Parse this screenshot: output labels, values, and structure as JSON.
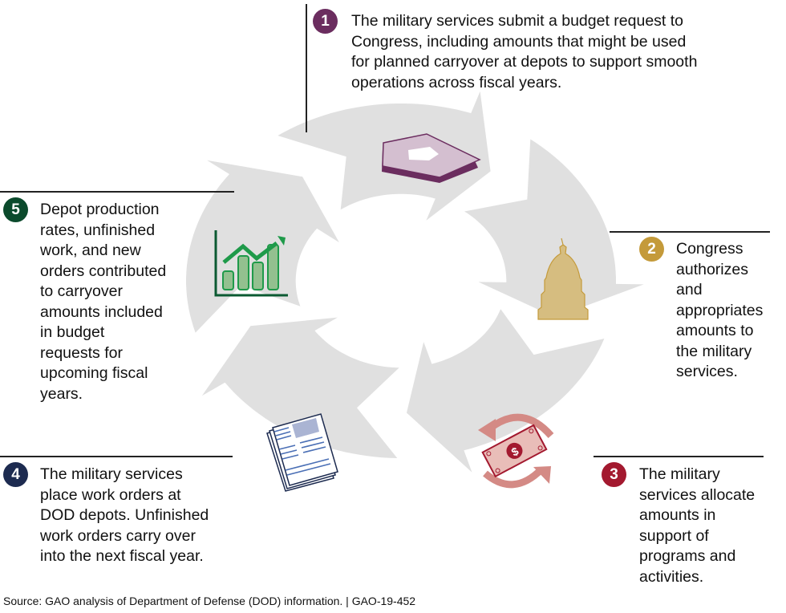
{
  "colors": {
    "ring": "#e0e0e0",
    "step1": "#6b2d5f",
    "step2": "#c49a3a",
    "step3": "#a3192f",
    "step4": "#1d2b50",
    "step5": "#0b4a2c"
  },
  "steps": [
    {
      "number": "1",
      "icon": "pentagon-icon",
      "lines": [
        "The military services submit a budget request to",
        "Congress, including amounts that might be used",
        "for planned carryover at depots to support smooth",
        "operations across fiscal years."
      ]
    },
    {
      "number": "2",
      "icon": "capitol-dome-icon",
      "lines": [
        "Congress",
        "authorizes",
        "and",
        "appropriates",
        "amounts to",
        "the military",
        "services."
      ]
    },
    {
      "number": "3",
      "icon": "money-exchange-icon",
      "lines": [
        "The military",
        "services allocate",
        "amounts in",
        "support of",
        "programs and",
        "activities."
      ]
    },
    {
      "number": "4",
      "icon": "work-order-document-icon",
      "lines": [
        "The military services",
        "place work orders at",
        "DOD depots. Unfinished",
        "work orders carry over",
        "into the next fiscal year."
      ]
    },
    {
      "number": "5",
      "icon": "growth-chart-icon",
      "lines": [
        "Depot production",
        "rates, unfinished",
        "work, and new",
        "orders contributed",
        "to carryover",
        "amounts included",
        "in budget",
        "requests for",
        "upcoming fiscal",
        "years."
      ]
    }
  ],
  "source": "Source: GAO analysis of Department of Defense (DOD) information.  |  GAO-19-452"
}
